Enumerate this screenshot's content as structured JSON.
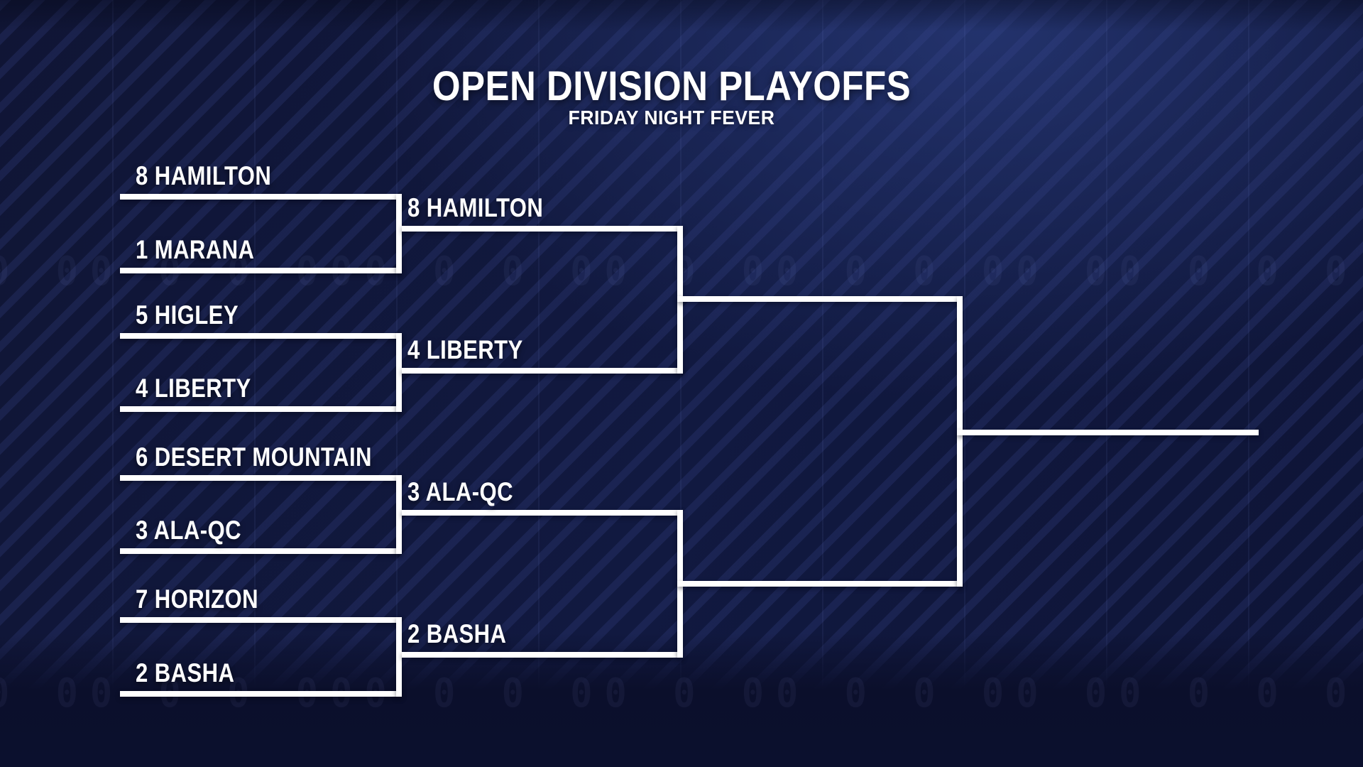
{
  "header": {
    "title": "OPEN DIVISION PLAYOFFS",
    "subtitle": "FRIDAY NIGHT FEVER"
  },
  "colors": {
    "line": "#ffffff",
    "text": "#ffffff",
    "background_base": "#0e1233",
    "background_glow": "#263774",
    "stripe": "#3e4c98"
  },
  "bracket": {
    "round1": {
      "slots": [
        {
          "seed": "8",
          "team": "HAMILTON",
          "label": "8 HAMILTON"
        },
        {
          "seed": "1",
          "team": "MARANA",
          "label": "1 MARANA"
        },
        {
          "seed": "5",
          "team": "HIGLEY",
          "label": "5 HIGLEY"
        },
        {
          "seed": "4",
          "team": "LIBERTY",
          "label": "4 LIBERTY"
        },
        {
          "seed": "6",
          "team": "DESERT MOUNTAIN",
          "label": "6 DESERT MOUNTAIN"
        },
        {
          "seed": "3",
          "team": "ALA-QC",
          "label": "3 ALA-QC"
        },
        {
          "seed": "7",
          "team": "HORIZON",
          "label": "7 HORIZON"
        },
        {
          "seed": "2",
          "team": "BASHA",
          "label": "2 BASHA"
        }
      ]
    },
    "round2": {
      "slots": [
        {
          "seed": "8",
          "team": "HAMILTON",
          "label": "8 HAMILTON"
        },
        {
          "seed": "4",
          "team": "LIBERTY",
          "label": "4 LIBERTY"
        },
        {
          "seed": "3",
          "team": "ALA-QC",
          "label": "3 ALA-QC"
        },
        {
          "seed": "2",
          "team": "BASHA",
          "label": "2 BASHA"
        }
      ]
    },
    "final": {
      "champion_label": ""
    }
  },
  "texture": {
    "digital_row": "0 00 0 0 000 0 0 00 0 00 0 0 00 00 0 0 0 000 0 00 0 0 00 0 0"
  }
}
